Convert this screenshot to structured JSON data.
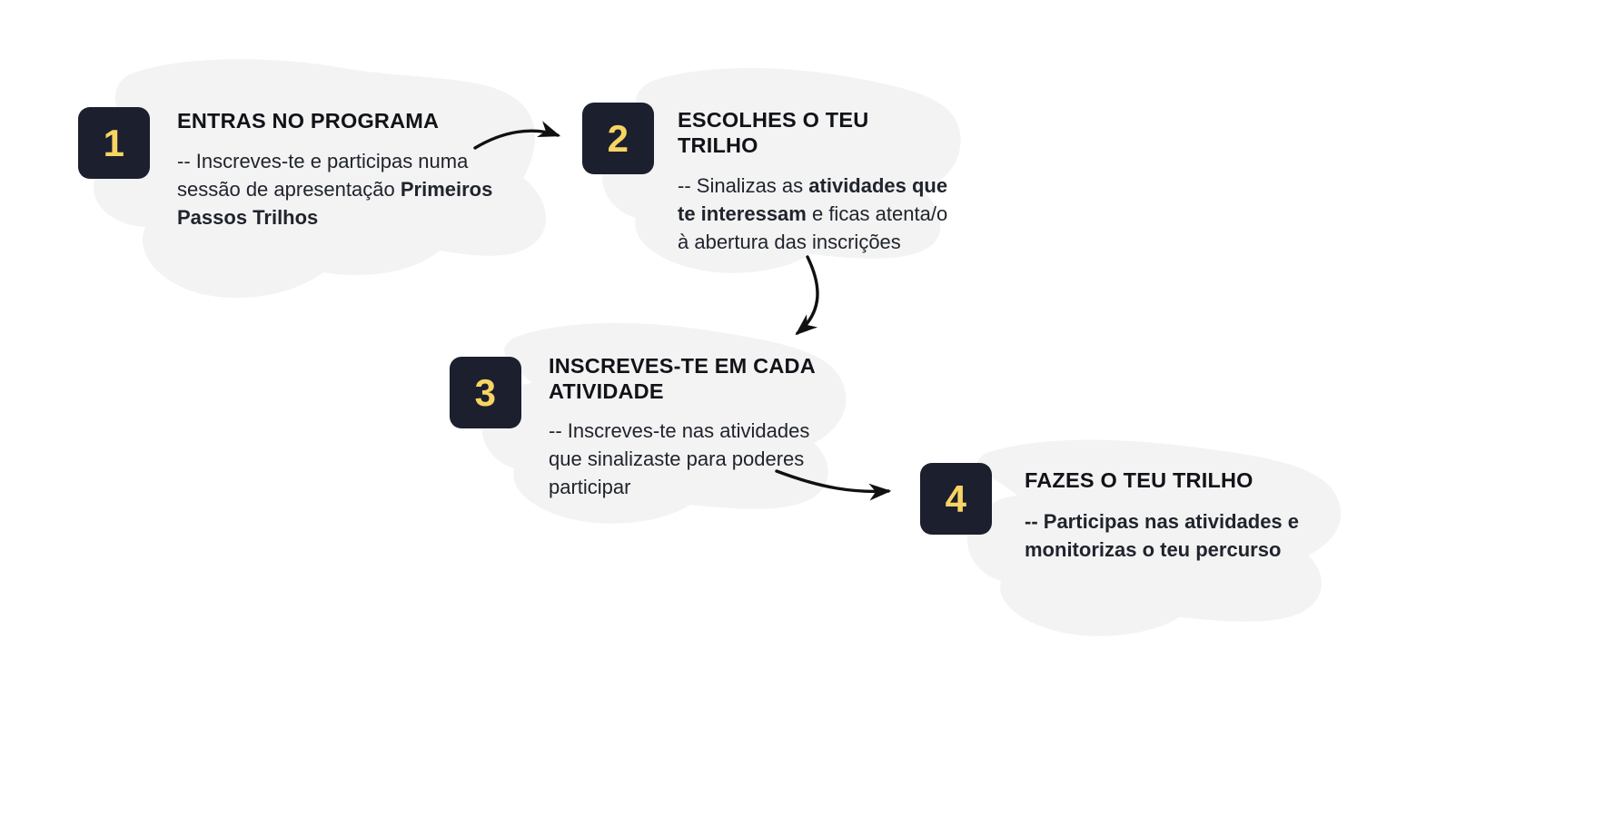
{
  "diagram": {
    "title_alt": "Como funciona o programa Trilhos",
    "colors": {
      "box_background": "#1c1f2e",
      "number": "#f7d463",
      "blob": "#f3f3f3",
      "title_text": "#111318",
      "body_text": "#20242c",
      "arrow": "#111111",
      "page_background": "#ffffff"
    },
    "steps": [
      {
        "number": "1",
        "title": "ENTRAS NO PROGRAMA",
        "body_prefix": "-- ",
        "body_segments": [
          {
            "text": "Inscreves-te e participas numa sessão de apresentação ",
            "bold": false
          },
          {
            "text": "Primeiros Passos Trilhos",
            "bold": true
          }
        ],
        "body_plain": "-- Inscreves-te e participas numa sessão de apresentação Primeiros Passos Trilhos"
      },
      {
        "number": "2",
        "title": "ESCOLHES O TEU TRILHO",
        "body_prefix": "-- ",
        "body_segments": [
          {
            "text": "Sinalizas as ",
            "bold": false
          },
          {
            "text": "atividades que te interessam",
            "bold": true
          },
          {
            "text": " e ficas atenta/o à abertura das inscrições",
            "bold": false
          }
        ],
        "body_plain": "-- Sinalizas as atividades que te interessam e ficas atenta/o à abertura das inscrições"
      },
      {
        "number": "3",
        "title": "INSCREVES-TE EM CADA ATIVIDADE",
        "body_prefix": "-- ",
        "body_segments": [
          {
            "text": "Inscreves-te nas atividades que sinalizaste para poderes participar",
            "bold": false
          }
        ],
        "body_plain": "-- Inscreves-te nas atividades que sinalizaste para poderes participar"
      },
      {
        "number": "4",
        "title": "FAZES O TEU TRILHO",
        "body_prefix": "-- ",
        "body_segments": [
          {
            "text": "Participas nas atividades e monitorizas o teu percurso",
            "bold": true
          }
        ],
        "body_plain": "-- Participas nas atividades e monitorizas o teu percurso"
      }
    ],
    "connectors": [
      {
        "name": "arrow-step1-to-step2",
        "from": "1",
        "to": "2",
        "direction": "right"
      },
      {
        "name": "arrow-step2-to-step3",
        "from": "2",
        "to": "3",
        "direction": "down-left"
      },
      {
        "name": "arrow-step3-to-step4",
        "from": "3",
        "to": "4",
        "direction": "right"
      }
    ]
  }
}
